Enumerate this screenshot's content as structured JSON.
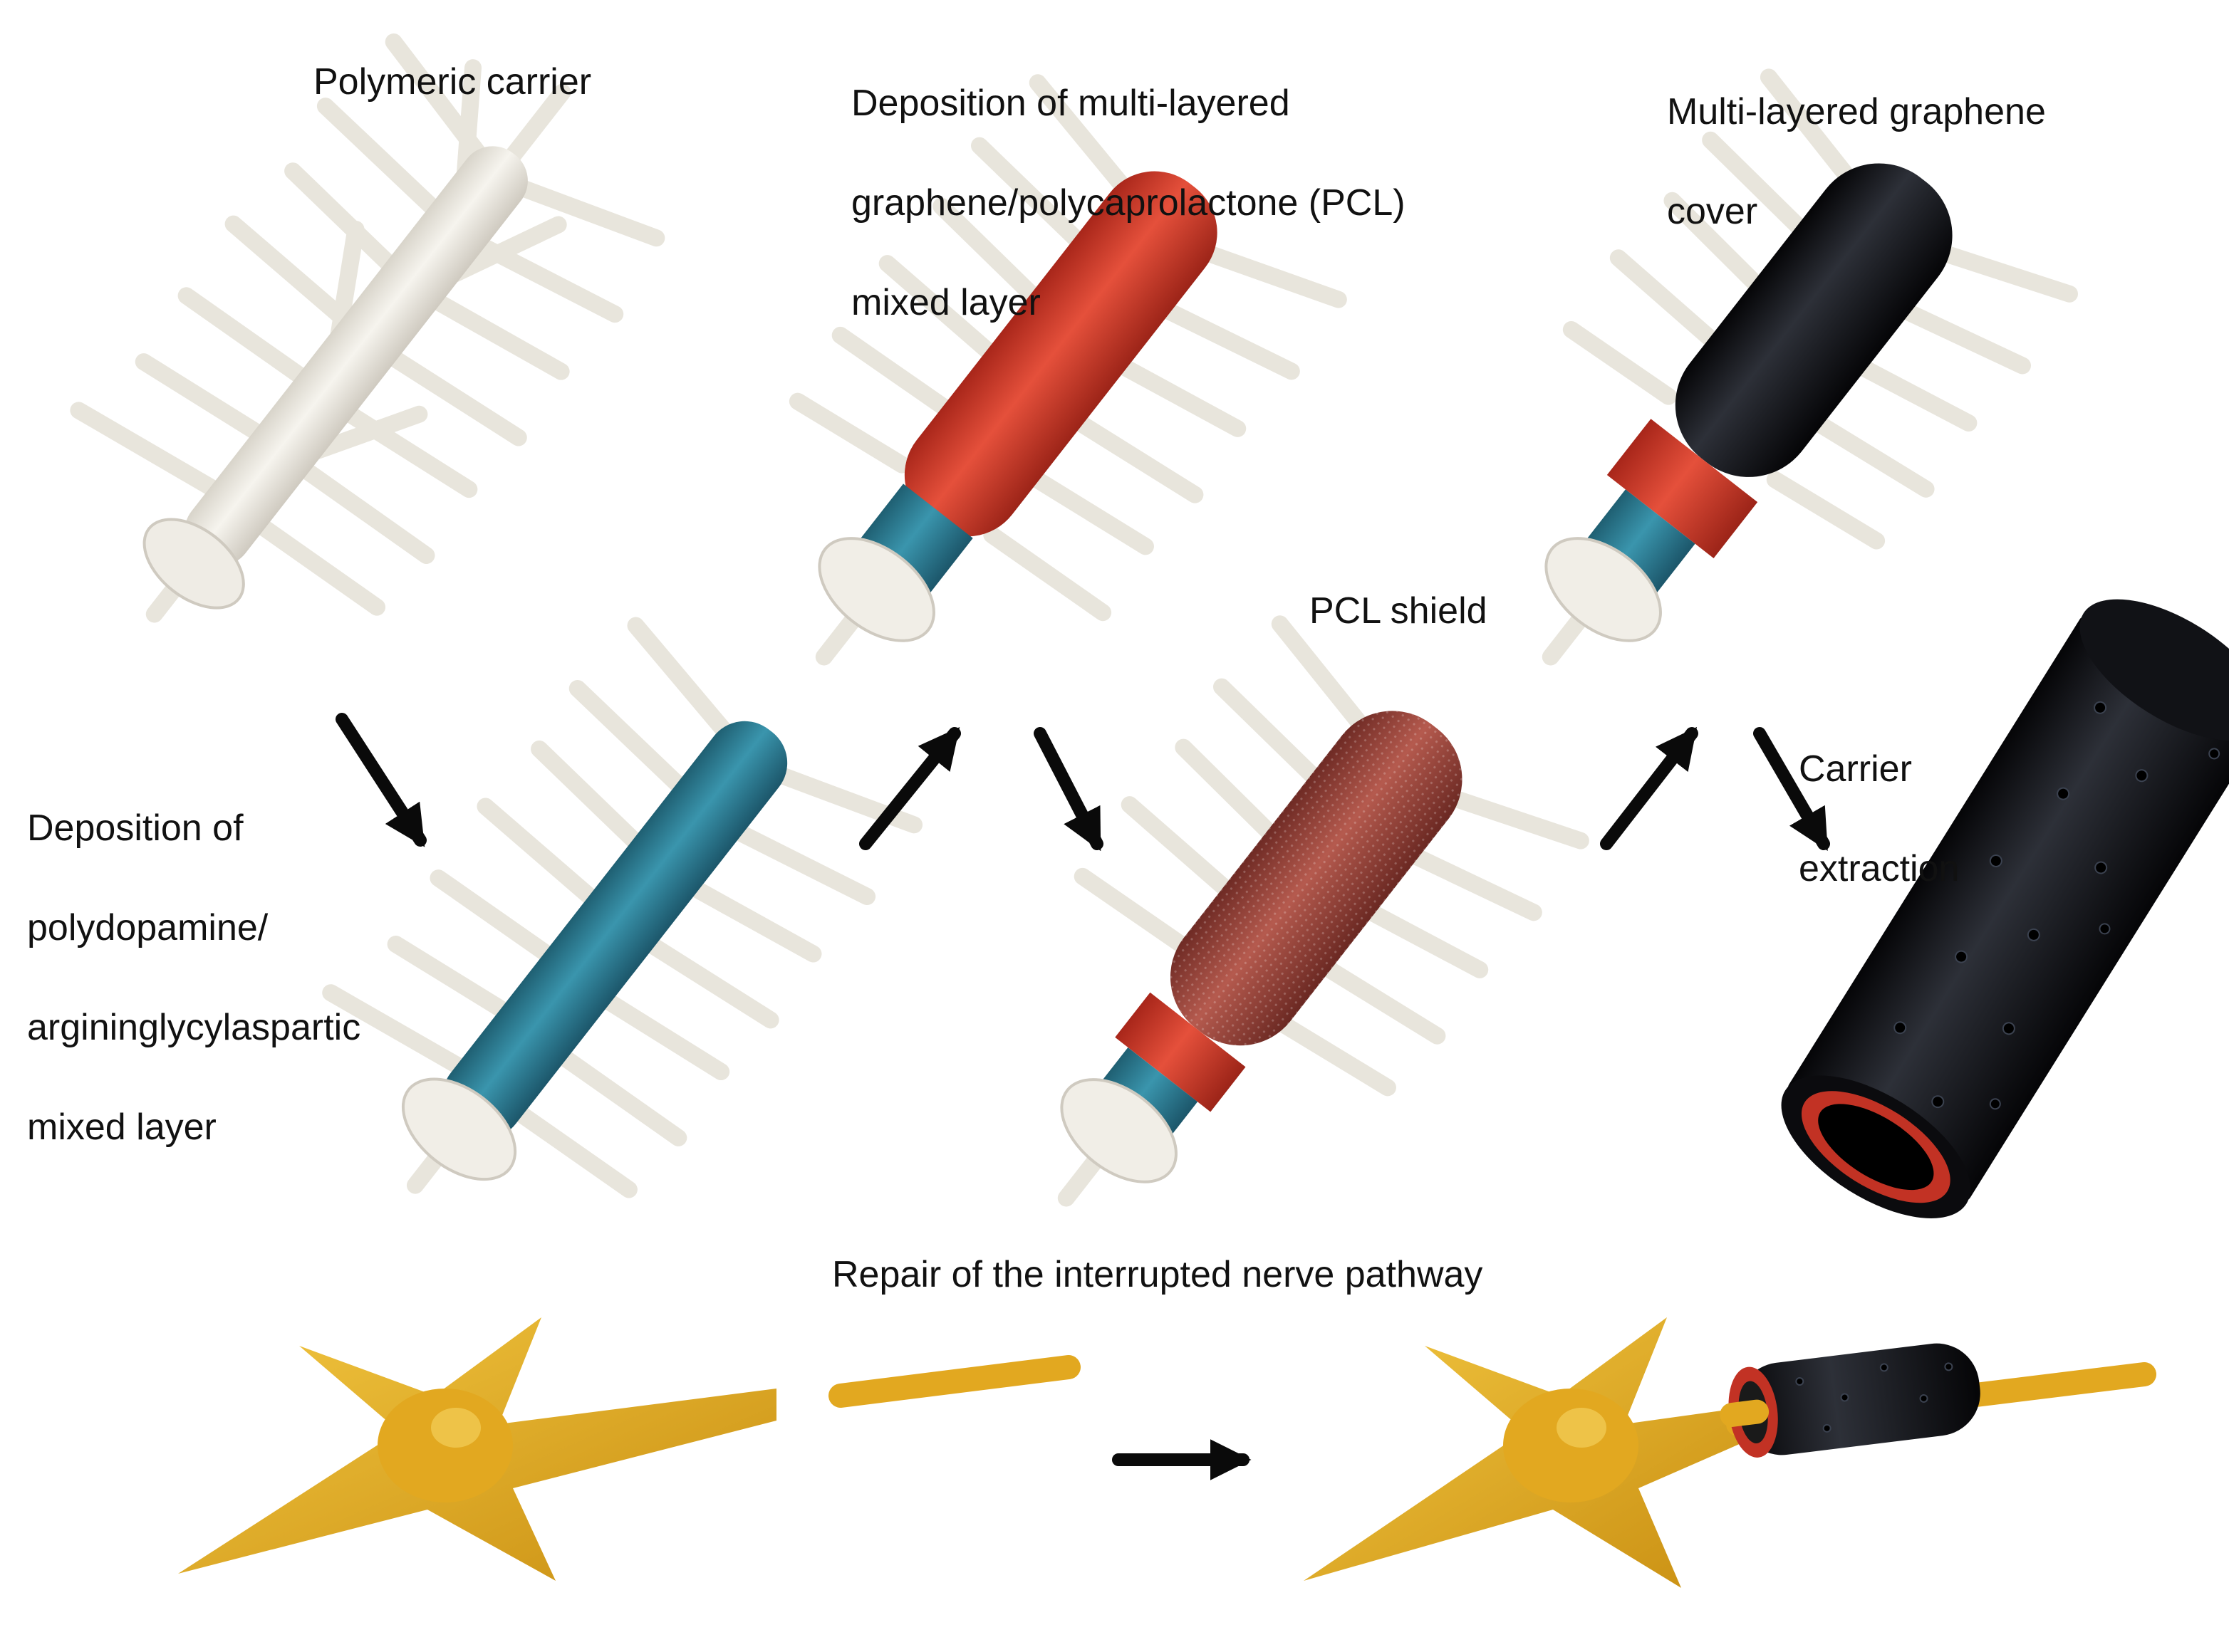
{
  "labels": {
    "polymeric_carrier": "Polymeric carrier",
    "deposition_pcl_line1": "Deposition of multi-layered",
    "deposition_pcl_line2": "graphene/polycaprolactone (PCL)",
    "deposition_pcl_line3": "mixed layer",
    "graphene_cover_line1": "Multi-layered graphene",
    "graphene_cover_line2": "cover",
    "polydopamine_line1": "Deposition of",
    "polydopamine_line2": "polydopamine/",
    "polydopamine_line3": "argininglycylaspartic",
    "polydopamine_line4": "mixed layer",
    "pcl_shield": "PCL shield",
    "carrier_extraction_line1": "Carrier",
    "carrier_extraction_line2": "extraction",
    "repair": "Repair of the interrupted nerve pathway"
  },
  "colors": {
    "carrier_white": "#ece9e1",
    "polydopamine_teal": "#2f7f96",
    "pcl_red": "#d63a2a",
    "pcl_shield_red": "#a8463c",
    "graphene_black": "#141418",
    "neuron_yellow": "#e7b22c",
    "arrow": "#0a0a0a"
  },
  "icons": {
    "step_arrow": "arrow-icon",
    "neuron": "neuron-icon",
    "tube": "conduit-icon"
  }
}
